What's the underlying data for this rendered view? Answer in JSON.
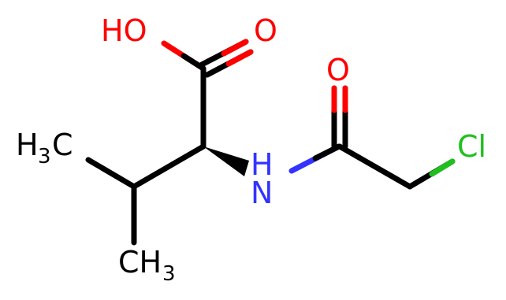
{
  "molecule": {
    "atoms": {
      "oh_label": "HO",
      "carbonyl_o_acid": "O",
      "ch3_left_main": "H",
      "ch3_left_sub": "3",
      "ch3_left_tail": "C",
      "nh_label_h": "H",
      "nh_label_n": "N",
      "amide_o": "O",
      "cl_label": "Cl",
      "ch3_bottom_main": "CH",
      "ch3_bottom_sub": "3"
    },
    "colors": {
      "bond": "#000000",
      "oxygen": "#ff0000",
      "nitrogen": "#3333ff",
      "chlorine": "#1fbf1f",
      "carbon": "#000000"
    }
  }
}
